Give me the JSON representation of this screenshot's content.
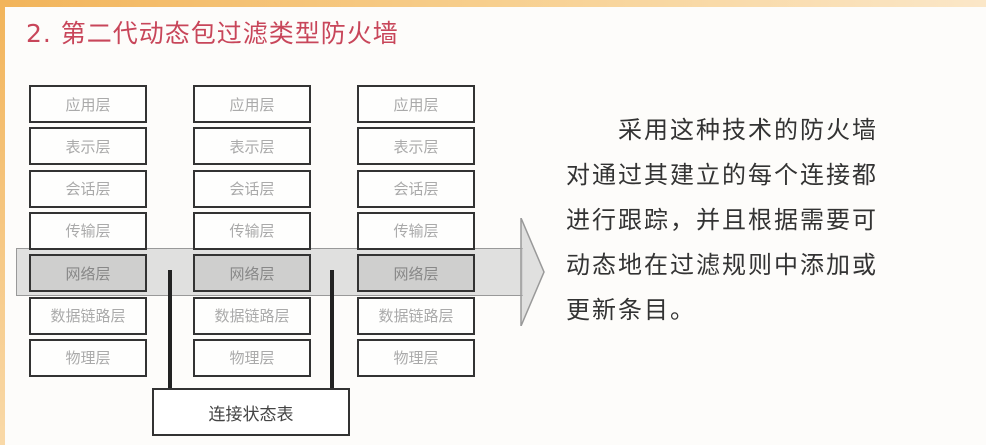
{
  "title": "2. 第二代动态包过滤类型防火墙",
  "diagram": {
    "columns": [
      {
        "layers": [
          "应用层",
          "表示层",
          "会话层",
          "传输层",
          "网络层",
          "数据链路层",
          "物理层"
        ]
      },
      {
        "layers": [
          "应用层",
          "表示层",
          "会话层",
          "传输层",
          "网络层",
          "数据链路层",
          "物理层"
        ]
      },
      {
        "layers": [
          "应用层",
          "表示层",
          "会话层",
          "传输层",
          "网络层",
          "数据链路层",
          "物理层"
        ]
      }
    ],
    "highlighted_layer": "网络层",
    "state_table_label": "连接状态表"
  },
  "description_lines": [
    "　　采用这种技术的防火墙",
    "对通过其建立的每个连接都",
    "进行跟踪，并且根据需要可",
    "动态地在过滤规则中添加或",
    "更新条目。"
  ],
  "colors": {
    "title": "#c8465a",
    "accent": "#f2b45a"
  }
}
